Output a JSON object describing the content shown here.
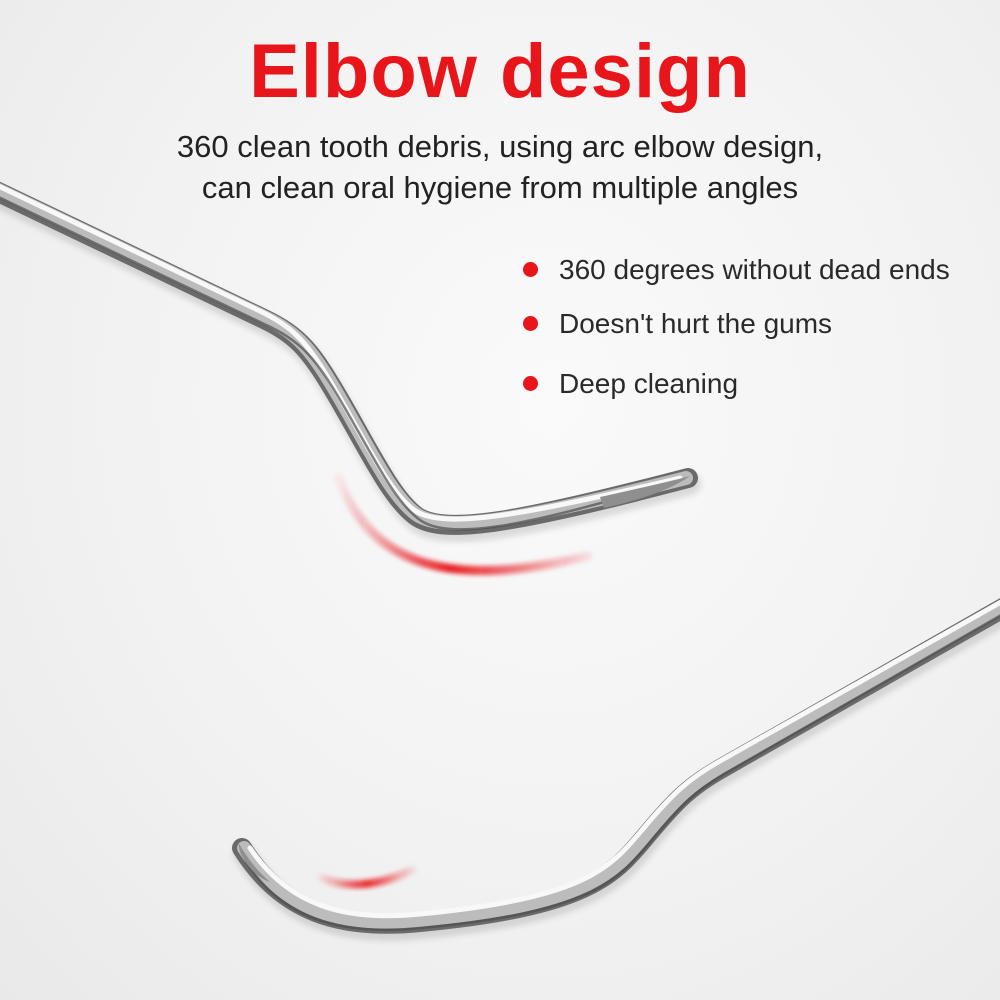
{
  "heading": {
    "title": "Elbow design",
    "subtitle_line1": "360 clean tooth debris, using arc elbow design,",
    "subtitle_line2": "can clean oral hygiene from multiple angles"
  },
  "features": [
    {
      "label": "360 degrees without dead ends"
    },
    {
      "label": "Doesn't hurt the gums"
    },
    {
      "label": "Deep cleaning"
    }
  ],
  "colors": {
    "accent": "#e8161b",
    "text": "#222222",
    "background": "#f4f4f4",
    "steel": "#a9a9a9"
  }
}
